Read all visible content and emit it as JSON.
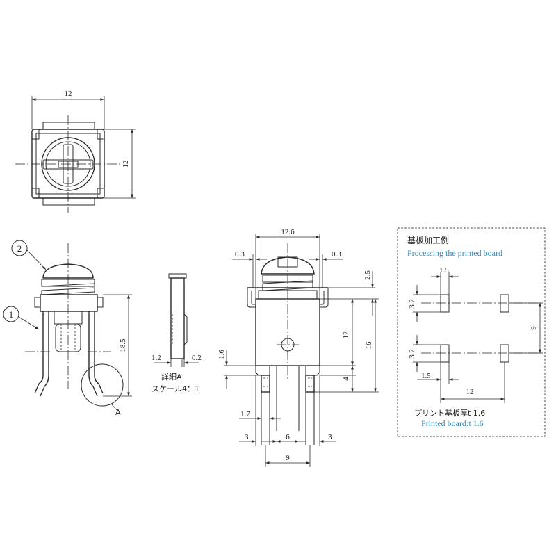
{
  "top_view": {
    "width_dim": "12",
    "height_dim": "12"
  },
  "side_view": {
    "balloon_1": "1",
    "balloon_2": "2",
    "height_dim": "18.5",
    "detail_ref": "A"
  },
  "detail_a": {
    "dim_left": "1.2",
    "dim_right": "0.2",
    "title": "詳細A",
    "scale": "スケール4：1"
  },
  "front_view": {
    "top_width": "12.6",
    "left_gap": "0.3",
    "right_gap": "0.3",
    "head_dim": "2.5",
    "dim_12": "12",
    "dim_16": "16",
    "dim_4": "4",
    "dim_1_6": "1.6",
    "pin_width": "1.7",
    "pin_left": "3",
    "pin_span": "6",
    "pin_right": "3",
    "pin_pitch": "9"
  },
  "board": {
    "title_jp": "基板加工例",
    "title_en": "Processing the printed board",
    "slot_w_top": "1.5",
    "slot_h_top": "3.2",
    "row_pitch": "9",
    "slot_h_bottom": "3.2",
    "slot_w_bottom": "1.5",
    "col_pitch": "12",
    "thickness_jp": "プリント基板厚t 1.6",
    "thickness_en": "Printed board:t 1.6"
  },
  "colors": {
    "line": "#2a2a2a",
    "english_note": "#2a8cc7"
  }
}
